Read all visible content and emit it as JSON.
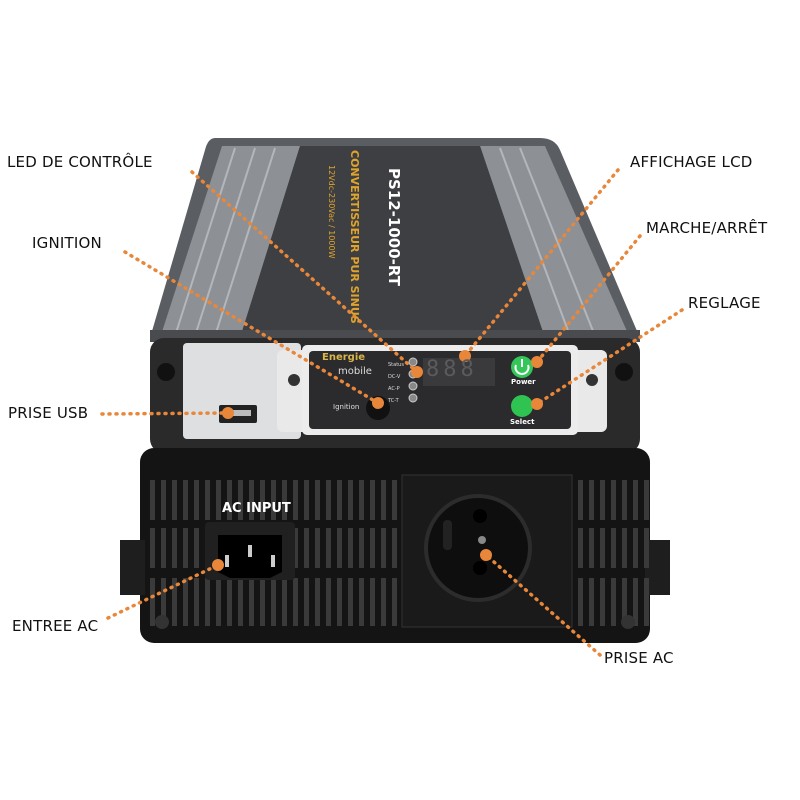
{
  "callouts": {
    "led": "LED DE CONTRÔLE",
    "ignition": "IGNITION",
    "usb": "PRISE USB",
    "ac_in": "ENTREE AC",
    "lcd": "AFFICHAGE LCD",
    "power": "MARCHE/ARRÊT",
    "select": "REGLAGE",
    "ac_out": "PRISE AC"
  },
  "device": {
    "model": "PS12-1000-RT",
    "label_line": "CONVERTISSEUR PUR SINUS",
    "label_sub": "12Vdc-230Vac / 1000W",
    "brand_1": "Energie",
    "brand_2": "mobile",
    "ignition_label": "Ignition",
    "leds": [
      "Status",
      "DC-V",
      "AC-P",
      "TC-T"
    ],
    "display": "888",
    "power_label": "Power",
    "select_label": "Select",
    "ac_input_label": "AC INPUT"
  },
  "colors": {
    "accent": "#e8873a",
    "button": "#2fc452",
    "body": "#55585c",
    "panel": "#2d2d2d"
  }
}
